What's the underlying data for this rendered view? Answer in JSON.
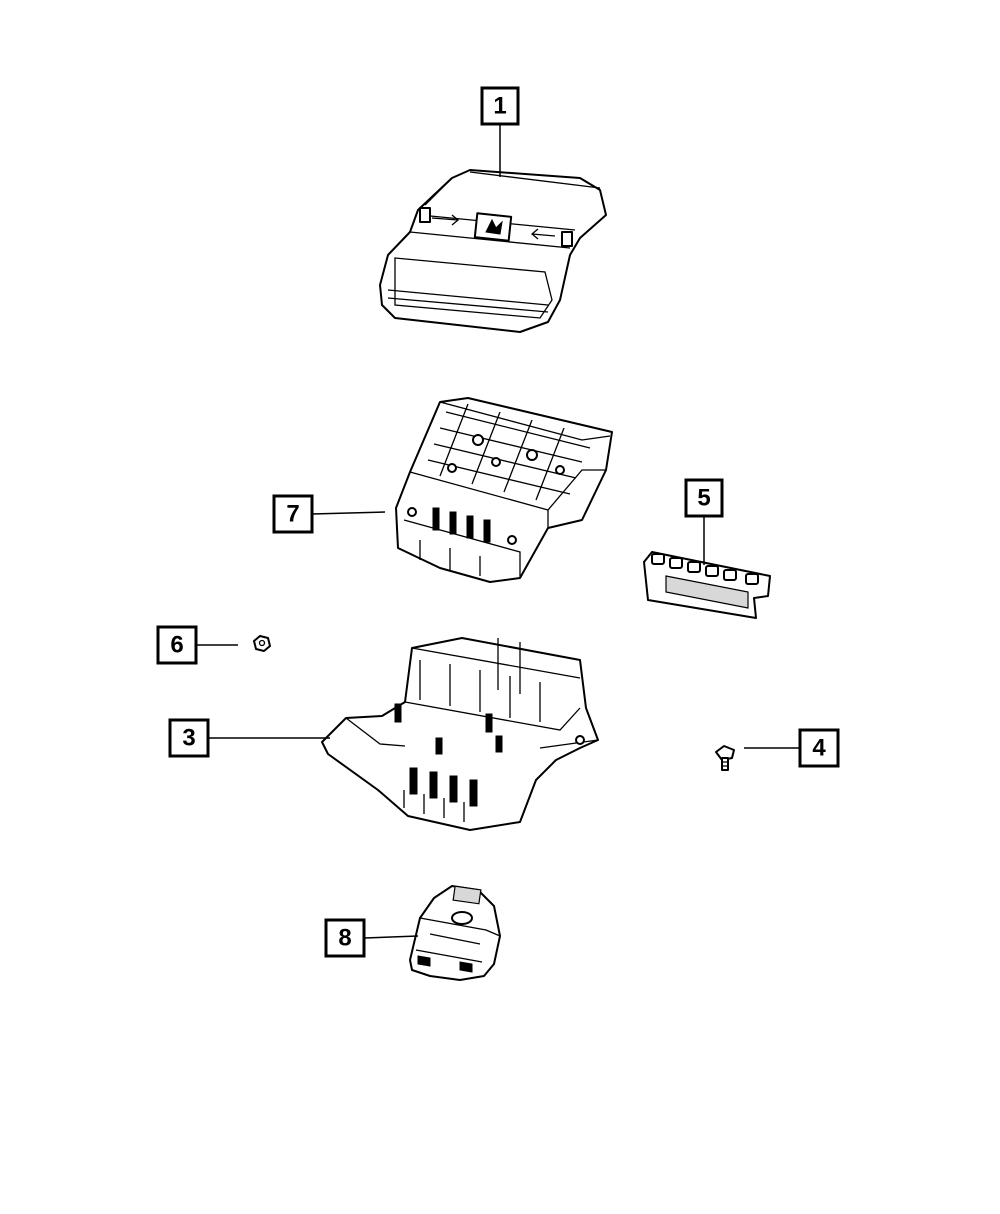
{
  "callouts": {
    "c1": "1",
    "c3": "3",
    "c4": "4",
    "c5": "5",
    "c6": "6",
    "c7": "7",
    "c8": "8"
  },
  "colors": {
    "line": "#000000",
    "background": "#ffffff"
  }
}
